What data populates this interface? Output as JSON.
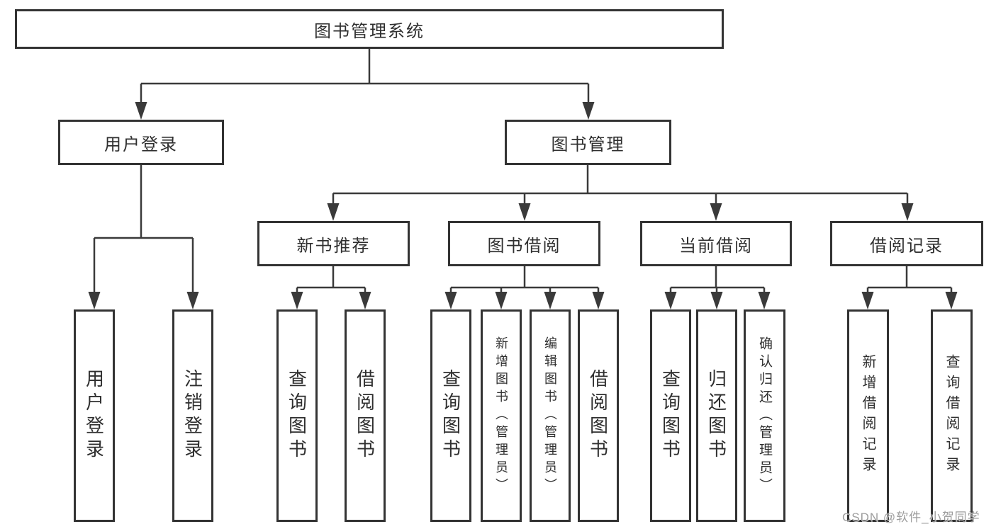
{
  "tree": {
    "root": {
      "label": "图书管理系统"
    },
    "children": [
      {
        "label": "用户登录",
        "children": [
          {
            "label": "用户登录"
          },
          {
            "label": "注销登录"
          }
        ]
      },
      {
        "label": "图书管理",
        "children": [
          {
            "label": "新书推荐",
            "children": [
              {
                "label": "查询图书"
              },
              {
                "label": "借阅图书"
              }
            ]
          },
          {
            "label": "图书借阅",
            "children": [
              {
                "label": "查询图书"
              },
              {
                "label": "新增图书（管理员）"
              },
              {
                "label": "编辑图书（管理员）"
              },
              {
                "label": "借阅图书"
              }
            ]
          },
          {
            "label": "当前借阅",
            "children": [
              {
                "label": "查询图书"
              },
              {
                "label": "归还图书"
              },
              {
                "label": "确认归还（管理员）"
              }
            ]
          },
          {
            "label": "借阅记录",
            "children": [
              {
                "label": "新增借阅记录"
              },
              {
                "label": "查询借阅记录"
              }
            ]
          }
        ]
      }
    ]
  },
  "watermark": {
    "text": "CSDN @软件_小贺同学"
  },
  "colors": {
    "line": "#3a3a3a",
    "border": "#333333",
    "text": "#2f2f2f",
    "background": "#ffffff",
    "watermark": "#9d9d9d"
  }
}
